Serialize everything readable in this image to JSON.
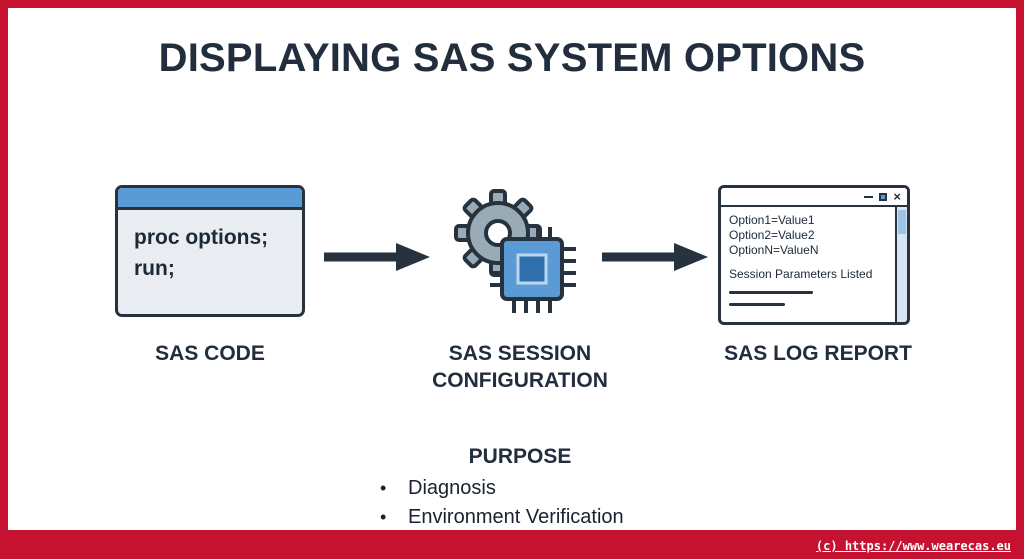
{
  "title": "DISPLAYING SAS SYSTEM OPTIONS",
  "colors": {
    "frame_red": "#c41230",
    "navy": "#26323e",
    "accent_blue": "#5b9bd5",
    "panel_grey": "#e9edf1"
  },
  "code_window": {
    "label": "SAS CODE",
    "lines": [
      "proc options;",
      "run;"
    ]
  },
  "config_step": {
    "label_line1": "SAS SESSION",
    "label_line2": "CONFIGURATION"
  },
  "log_window": {
    "label": "SAS LOG REPORT",
    "lines": [
      "Option1=Value1",
      "Option2=Value2",
      "OptionN=ValueN"
    ],
    "summary": "Session Parameters Listed",
    "close_glyph": "×"
  },
  "purpose": {
    "heading": "PURPOSE",
    "bullet": "•",
    "items": [
      "Diagnosis",
      "Environment Verification"
    ]
  },
  "footer": {
    "copyright": "(c) https://www.wearecas.eu"
  }
}
